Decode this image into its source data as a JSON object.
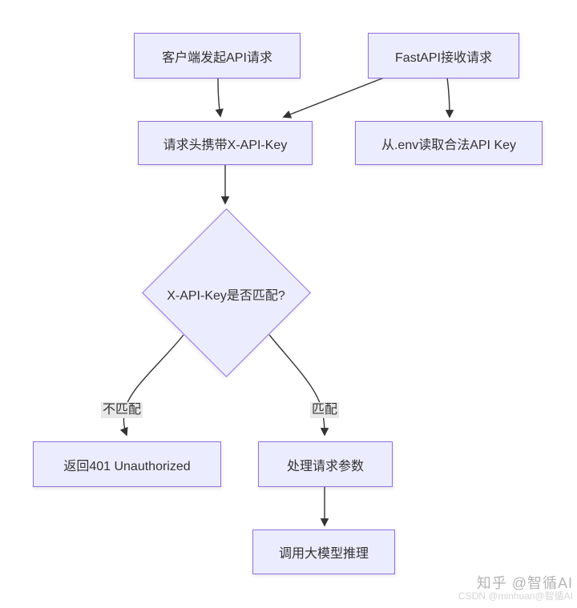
{
  "diagram": {
    "type": "flowchart",
    "direction": "top-down",
    "nodes": [
      {
        "id": "client",
        "label": "客户端发起API请求",
        "shape": "rect"
      },
      {
        "id": "fastapi",
        "label": "FastAPI接收请求",
        "shape": "rect"
      },
      {
        "id": "request_header",
        "label": "请求头携带X-API-Key",
        "shape": "rect"
      },
      {
        "id": "env_key",
        "label": "从.env读取合法API Key",
        "shape": "rect"
      },
      {
        "id": "key_match",
        "label": "X-API-Key是否匹配?",
        "shape": "diamond"
      },
      {
        "id": "unauthorized",
        "label": "返回401 Unauthorized",
        "shape": "rect"
      },
      {
        "id": "process_params",
        "label": "处理请求参数",
        "shape": "rect"
      },
      {
        "id": "llm_inference",
        "label": "调用大模型推理",
        "shape": "rect"
      }
    ],
    "edges": [
      {
        "from": "client",
        "to": "request_header",
        "label": ""
      },
      {
        "from": "fastapi",
        "to": "request_header",
        "label": ""
      },
      {
        "from": "fastapi",
        "to": "env_key",
        "label": ""
      },
      {
        "from": "request_header",
        "to": "key_match",
        "label": ""
      },
      {
        "from": "key_match",
        "to": "unauthorized",
        "label": "不匹配"
      },
      {
        "from": "key_match",
        "to": "process_params",
        "label": "匹配"
      },
      {
        "from": "process_params",
        "to": "llm_inference",
        "label": ""
      }
    ],
    "colors": {
      "node_fill": "#ECECFF",
      "node_border": "#9370DB",
      "edge_stroke": "#333333",
      "edge_label_bg": "#e8e8e8",
      "text": "#333333",
      "background": "#ffffff"
    }
  },
  "watermark": {
    "line1": "知乎 @智循AI",
    "line2": "CSDN @minhuan@智循AI"
  }
}
